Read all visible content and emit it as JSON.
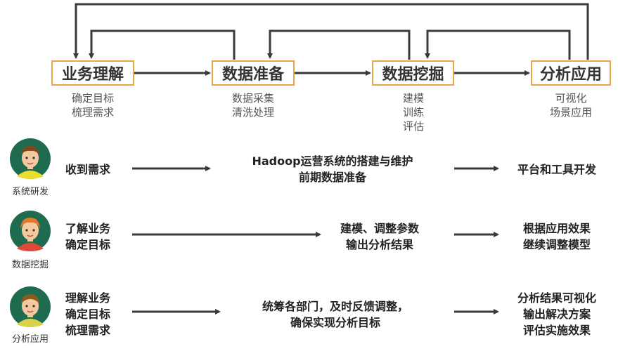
{
  "flow": {
    "steps": [
      {
        "label": "业务理解",
        "sub": [
          "确定目标",
          "梳理需求"
        ]
      },
      {
        "label": "数据准备",
        "sub": [
          "数据采集",
          "清洗处理"
        ]
      },
      {
        "label": "数据挖掘",
        "sub": [
          "建模",
          "训练",
          "评估"
        ]
      },
      {
        "label": "分析应用",
        "sub": [
          "可视化",
          "场景应用"
        ]
      }
    ]
  },
  "roles": [
    {
      "name": "系统研发",
      "avatar_icon": "developer-avatar-icon",
      "c1": [
        "收到需求"
      ],
      "c2": [
        "Hadoop运营系统的搭建与维护",
        "前期数据准备"
      ],
      "c3": [
        "平台和工具开发"
      ]
    },
    {
      "name": "数据挖掘",
      "avatar_icon": "data-miner-avatar-icon",
      "c1": [
        "了解业务",
        "确定目标"
      ],
      "c2": [
        "建模、调整参数",
        "输出分析结果"
      ],
      "c3": [
        "根据应用效果",
        "继续调整模型"
      ]
    },
    {
      "name": "分析应用",
      "avatar_icon": "analyst-avatar-icon",
      "c1": [
        "理解业务",
        "确定目标",
        "梳理需求"
      ],
      "c2": [
        "统筹各部门，及时反馈调整，",
        "确保实现分析目标"
      ],
      "c3": [
        "分析结果可视化",
        "输出解决方案",
        "评估实施效果"
      ]
    }
  ],
  "colors": {
    "box_border": "#e8a84a",
    "arrow": "#3a3a3a",
    "avatar_bg": "#1f6b4f"
  }
}
